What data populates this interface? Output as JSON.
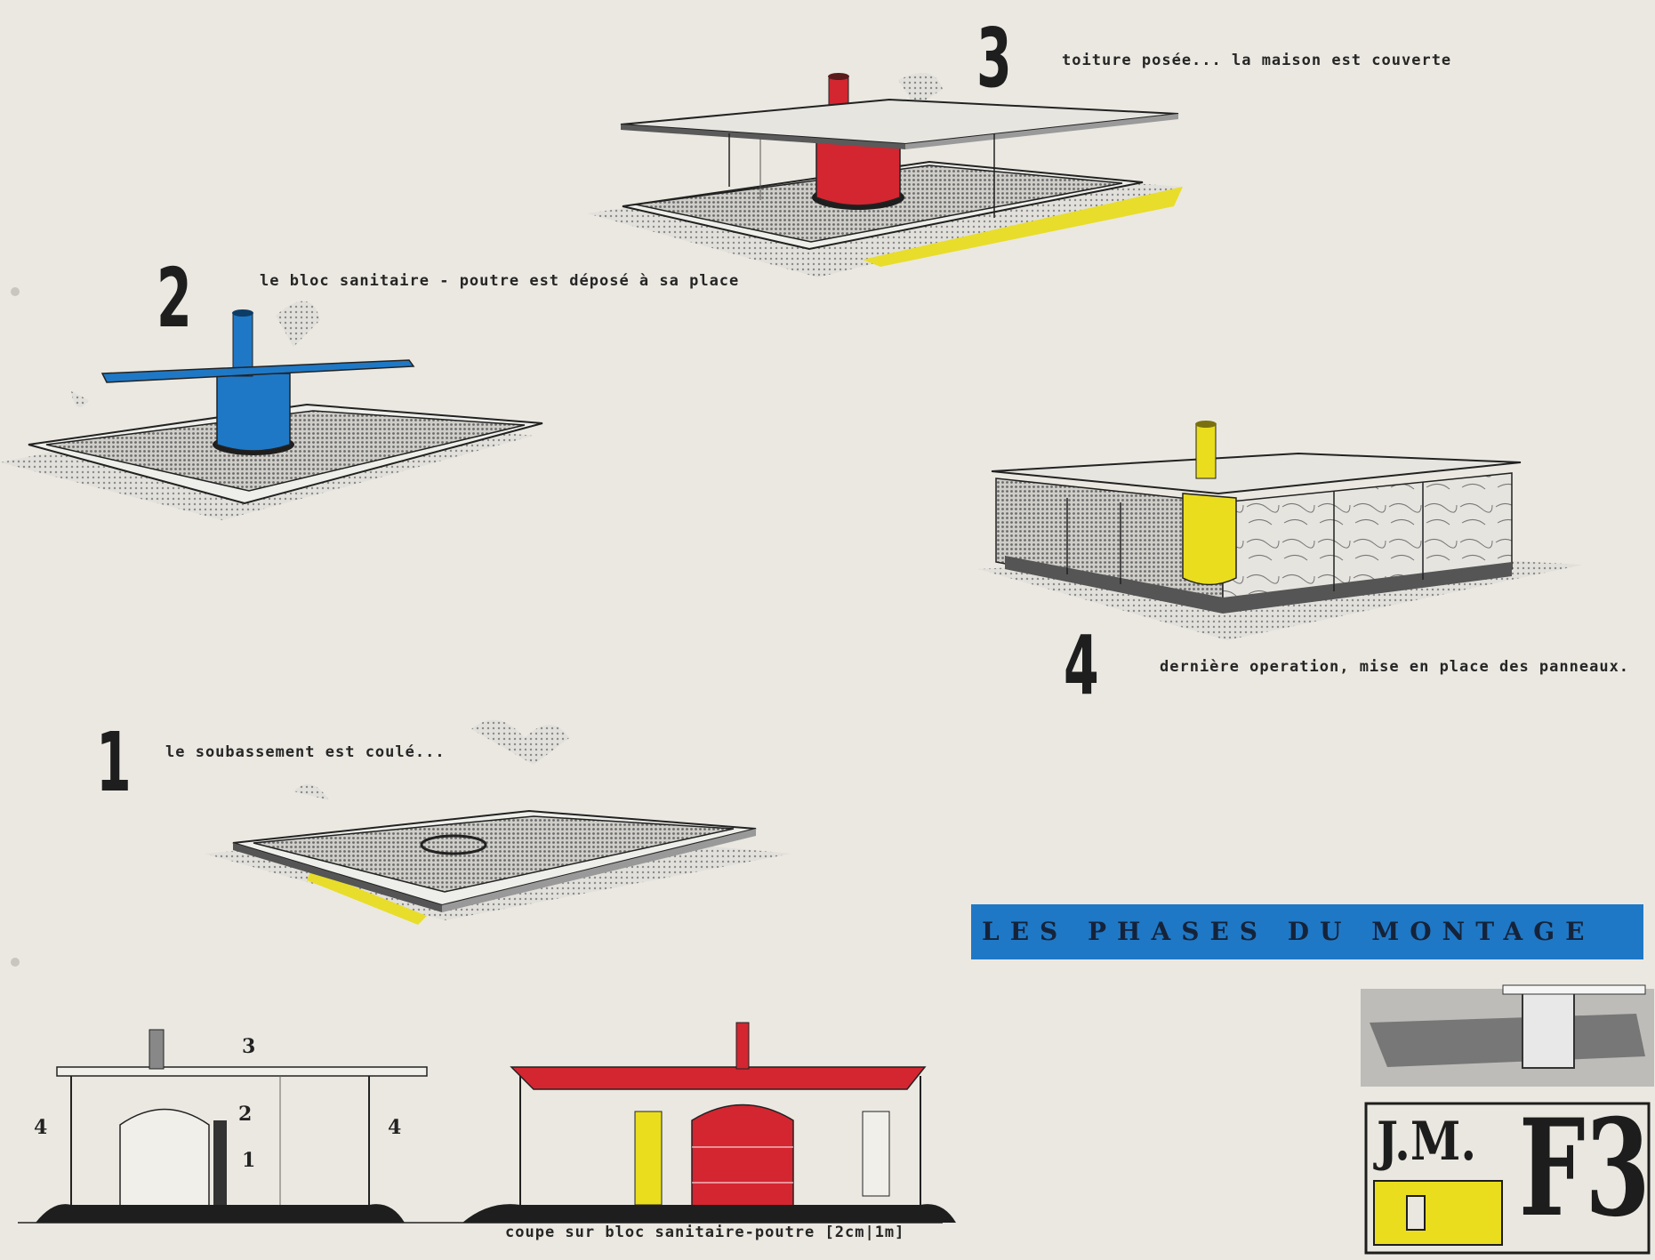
{
  "steps": [
    {
      "number": "1",
      "caption": "le soubassement est coulé..."
    },
    {
      "number": "2",
      "caption": "le bloc sanitaire - poutre est déposé à sa place"
    },
    {
      "number": "3",
      "caption": "toiture posée... la maison est couverte"
    },
    {
      "number": "4",
      "caption": "dernière operation, mise en place des panneaux."
    }
  ],
  "title_band": "LES PHASES DU MONTAGE",
  "section_caption": "coupe sur bloc sanitaire-poutre [2cm|1m]",
  "section_labels": [
    "3",
    "2",
    "1",
    "4",
    "4"
  ],
  "logo": {
    "initials": "J.M.",
    "code": "F3"
  },
  "colors": {
    "paper": "#ebe8e1",
    "blue": "#1f78c5",
    "red": "#d32631",
    "yellow": "#eadd1e",
    "ink": "#1e1e1e"
  }
}
